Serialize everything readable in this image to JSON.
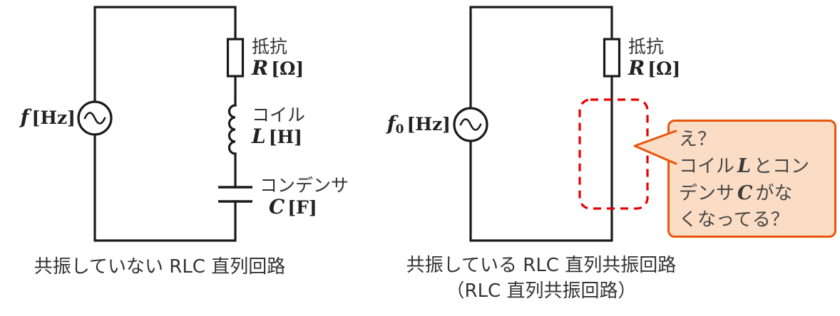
{
  "colors": {
    "wire": "#1a1a1a",
    "dashed_box": "#e60000",
    "bubble_fill": "#fbddc6",
    "bubble_border": "#e8560e",
    "label_text": "#333333"
  },
  "left_circuit": {
    "source": {
      "var": "f",
      "unit": "[Hz]"
    },
    "resistor": {
      "name": "抵抗",
      "var": "R",
      "unit": "[Ω]"
    },
    "coil": {
      "name": "コイル",
      "var": "L",
      "unit": "[H]"
    },
    "capacitor": {
      "name": "コンデンサ",
      "var": "C",
      "unit": "[F]"
    },
    "caption": "共振していない RLC 直列回路"
  },
  "right_circuit": {
    "source": {
      "var": "f",
      "sub": "0",
      "unit": "[Hz]"
    },
    "resistor": {
      "name": "抵抗",
      "var": "R",
      "unit": "[Ω]"
    },
    "caption_line1": "共振している RLC 直列共振回路",
    "caption_line2": "（RLC 直列共振回路）",
    "speech_bubble": {
      "line1": "え？",
      "line2": {
        "pre": "コイル",
        "var": "L",
        "post": "とコン"
      },
      "line3": {
        "pre": "デンサ",
        "var": "C",
        "post": "がな"
      },
      "line4": "くなってる？"
    }
  }
}
